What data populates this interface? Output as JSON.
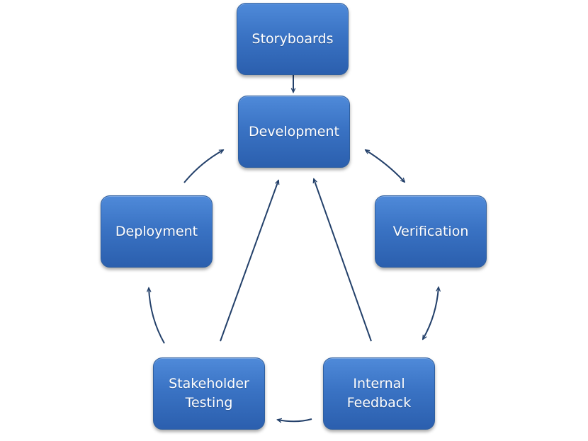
{
  "diagram": {
    "nodes": {
      "storyboards": "Storyboards",
      "development": "Development",
      "verification": "Verification",
      "deployment": "Deployment",
      "stakeholder_testing": [
        "Stakeholder",
        "Testing"
      ],
      "internal_feedback": [
        "Internal",
        "Feedback"
      ]
    }
  },
  "colors": {
    "box_fill": "#3a73c4",
    "box_border": "#2f5f9f",
    "arrow": "#23406a",
    "text": "#ffffff"
  }
}
